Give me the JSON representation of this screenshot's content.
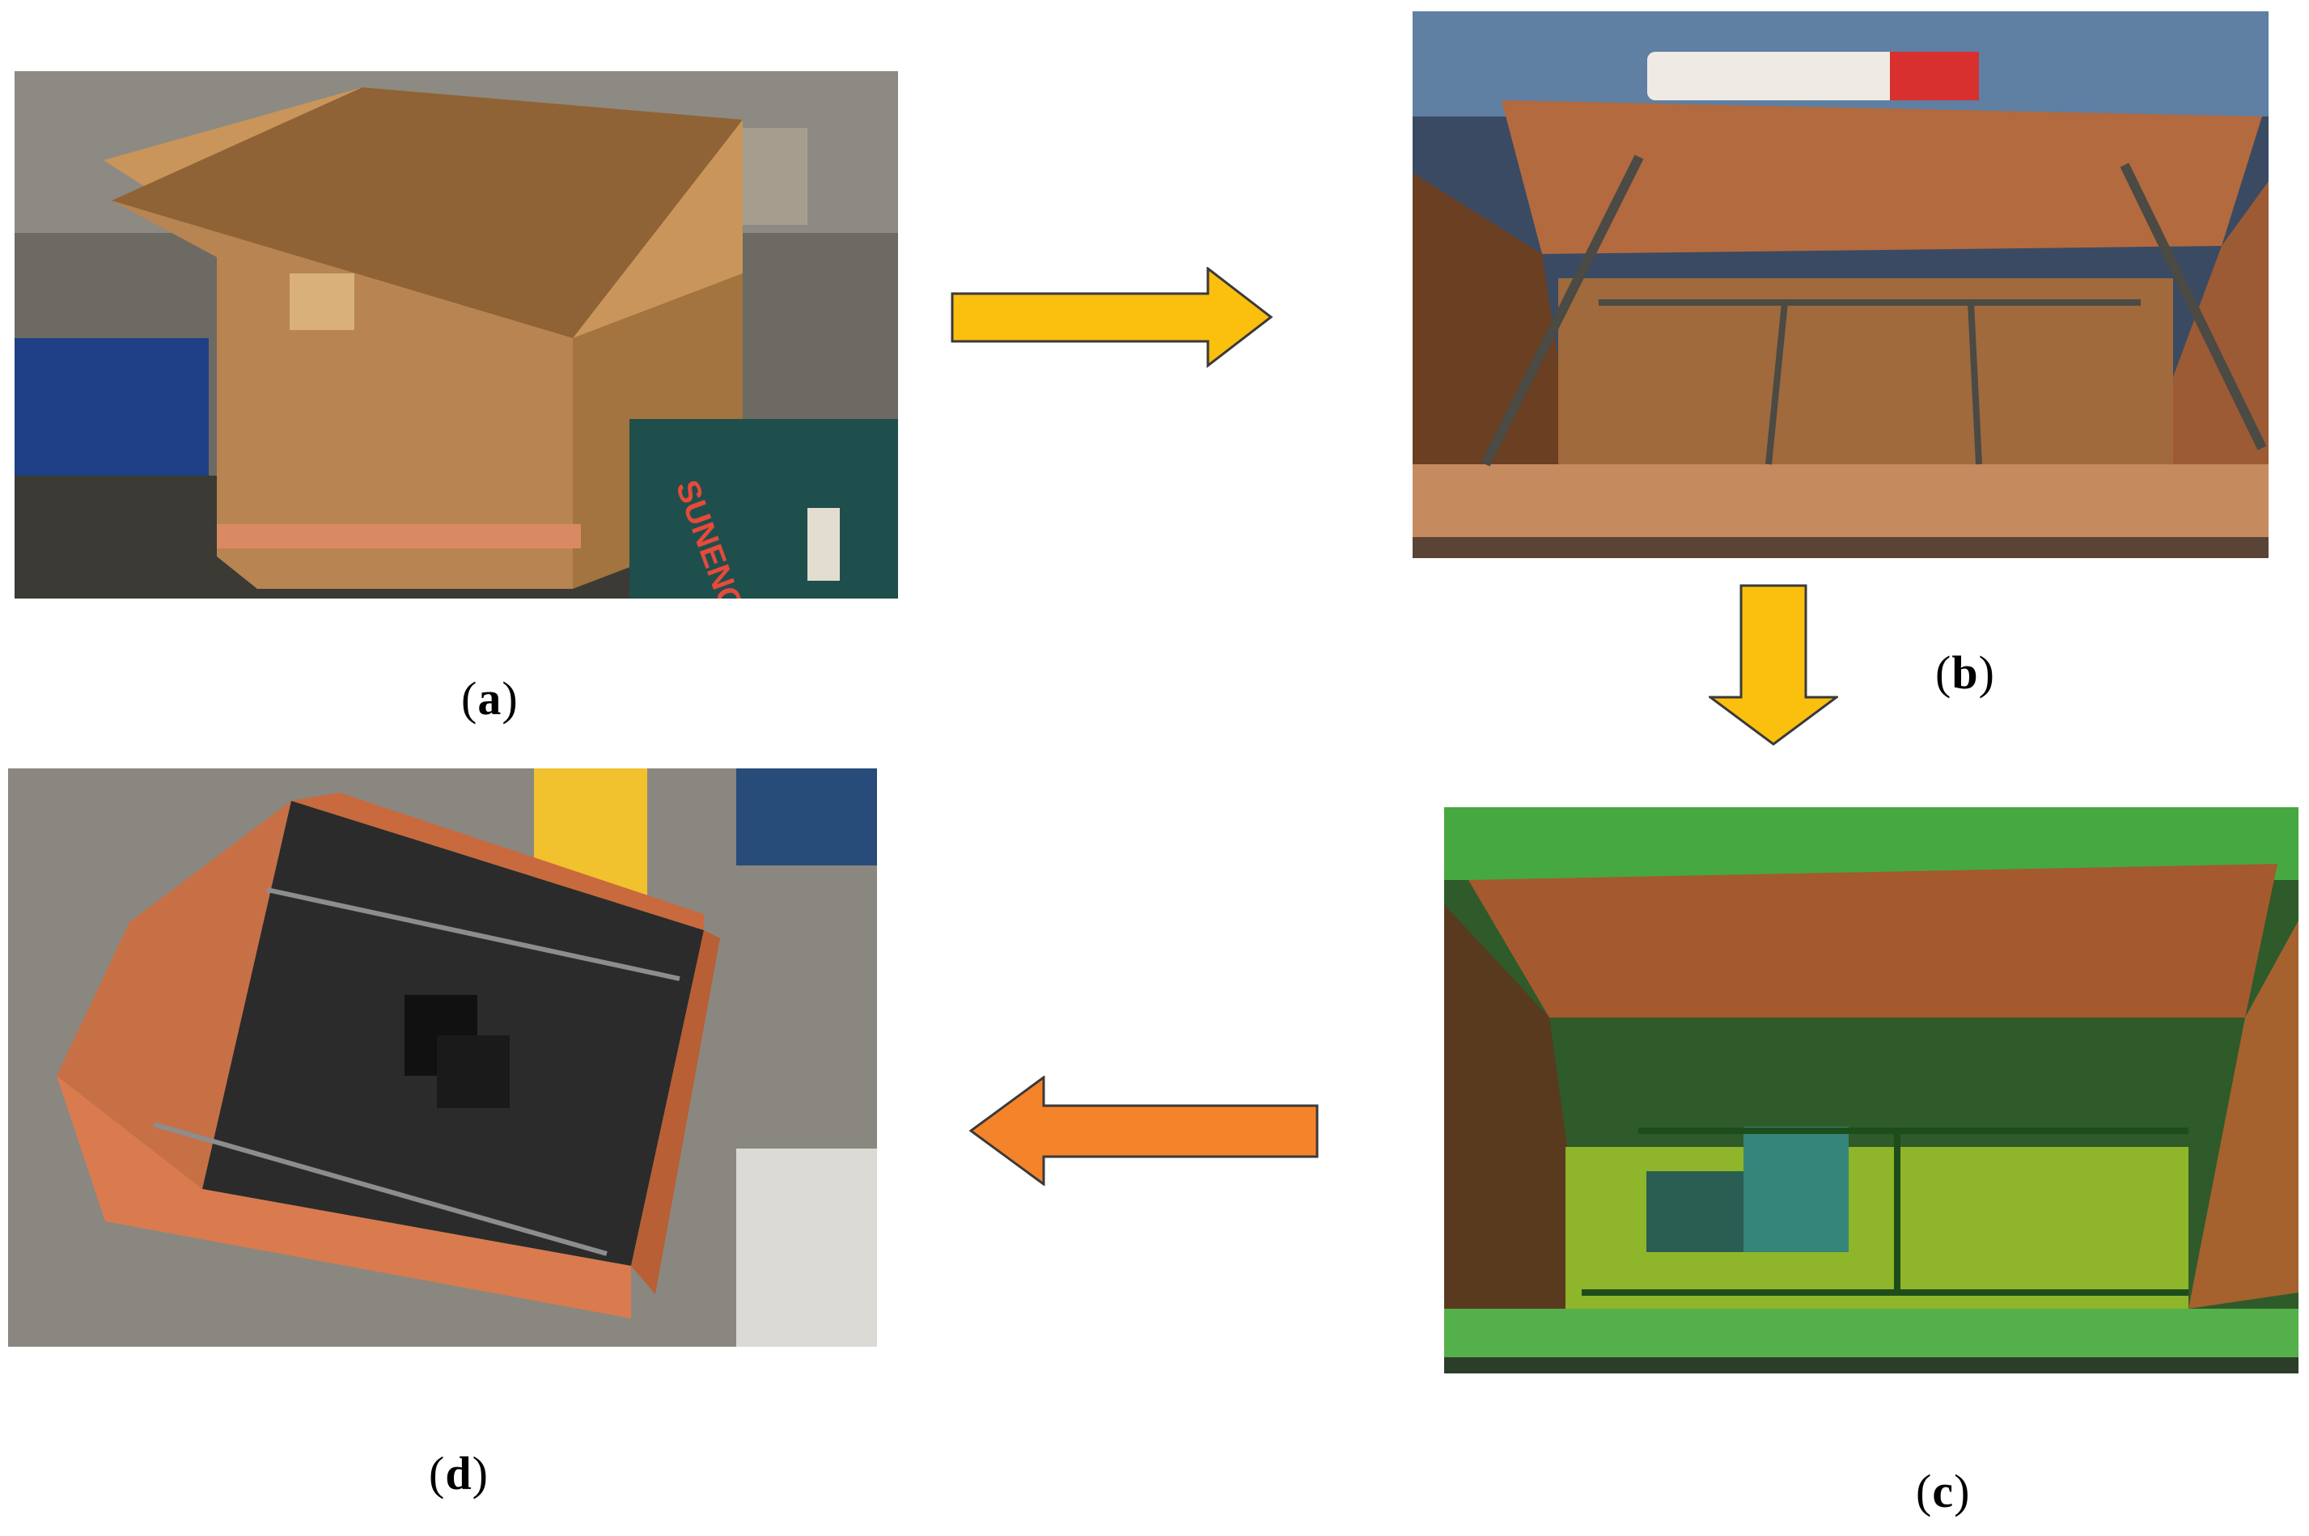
{
  "panels": [
    {
      "id": "a",
      "label_open": "(",
      "label_letter": "a",
      "label_close": ")",
      "description_icon": "wooden-box-photo"
    },
    {
      "id": "b",
      "label_open": "(",
      "label_letter": "b",
      "label_close": ")",
      "description_icon": "box-with-rebar-photo"
    },
    {
      "id": "c",
      "label_open": "(",
      "label_letter": "c",
      "label_close": ")",
      "description_icon": "box-with-steel-blocks-photo"
    },
    {
      "id": "d",
      "label_open": "(",
      "label_letter": "d",
      "label_close": ")",
      "description_icon": "filled-concrete-box-photo"
    }
  ],
  "photo_text": {
    "case_brand": "SUNENG"
  },
  "colors": {
    "arrow_yellow": "#fbbf0e",
    "arrow_yellow_stroke": "#3a3a3a",
    "arrow_orange": "#f5832a",
    "plywood": "#c9955a",
    "plywood_dark": "#8a5a34",
    "concrete": "#2b2b2b",
    "tint_green": "#39c441"
  },
  "arrows": [
    {
      "id": "a-to-b",
      "direction": "right",
      "color": "arrow_yellow"
    },
    {
      "id": "b-to-c",
      "direction": "down",
      "color": "arrow_yellow"
    },
    {
      "id": "c-to-d",
      "direction": "left",
      "color": "arrow_orange"
    }
  ]
}
